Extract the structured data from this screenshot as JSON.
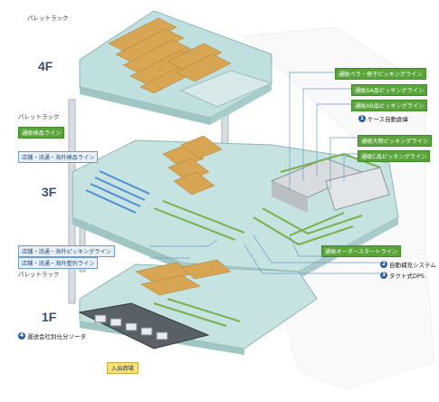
{
  "floors": [
    "4F",
    "3F",
    "1F"
  ],
  "pallet_rack_label": "パレットラック",
  "left_labels": {
    "f3_green": "通販検品ライン",
    "f3_blue": "店舗・流通・海外検品ライン",
    "f1_blue_1": "店舗・流通・海外ピッキングライン",
    "f1_blue_2": "店舗・流通・海外整列ライン",
    "sorter": "運送会社別仕分ソータ"
  },
  "right_green_labels": [
    "通販ベラ・冊子ピッキングライン",
    "通販SA品ピッキングライン",
    "通販AB品ピッキングライン",
    "通販大物ピッキングライン",
    "通販C品ピッキングライン",
    "通販オーダースタートライン"
  ],
  "numbered_labels": [
    {
      "num": "1",
      "text": "ケース自動倉庫"
    },
    {
      "num": "2",
      "text": "自動補充システム"
    },
    {
      "num": "3",
      "text": "タクト式DPS"
    },
    {
      "num": "4",
      "text": "運送会社別仕分ソータ"
    }
  ],
  "dock_label": "入出荷場",
  "colors": {
    "floor_top": "#bfe0df",
    "floor_edge": "#8fb5b4",
    "rack": "#d8a652",
    "conveyor_green": "#78b04c",
    "conveyor_blue": "#4f8fd0",
    "pillar": "#c9d3d6",
    "label_green": "#5aa43c"
  }
}
